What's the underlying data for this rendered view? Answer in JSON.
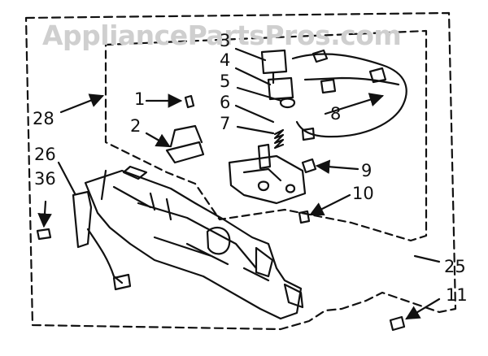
{
  "watermark": "AppliancePartsPros.com",
  "callouts": {
    "c1": "1",
    "c2": "2",
    "c3": "3",
    "c4": "4",
    "c5": "5",
    "c6": "6",
    "c7": "7",
    "c8": "8",
    "c9": "9",
    "c10": "10",
    "c11": "11",
    "c25": "25",
    "c26": "26",
    "c28": "28",
    "c36": "36"
  }
}
